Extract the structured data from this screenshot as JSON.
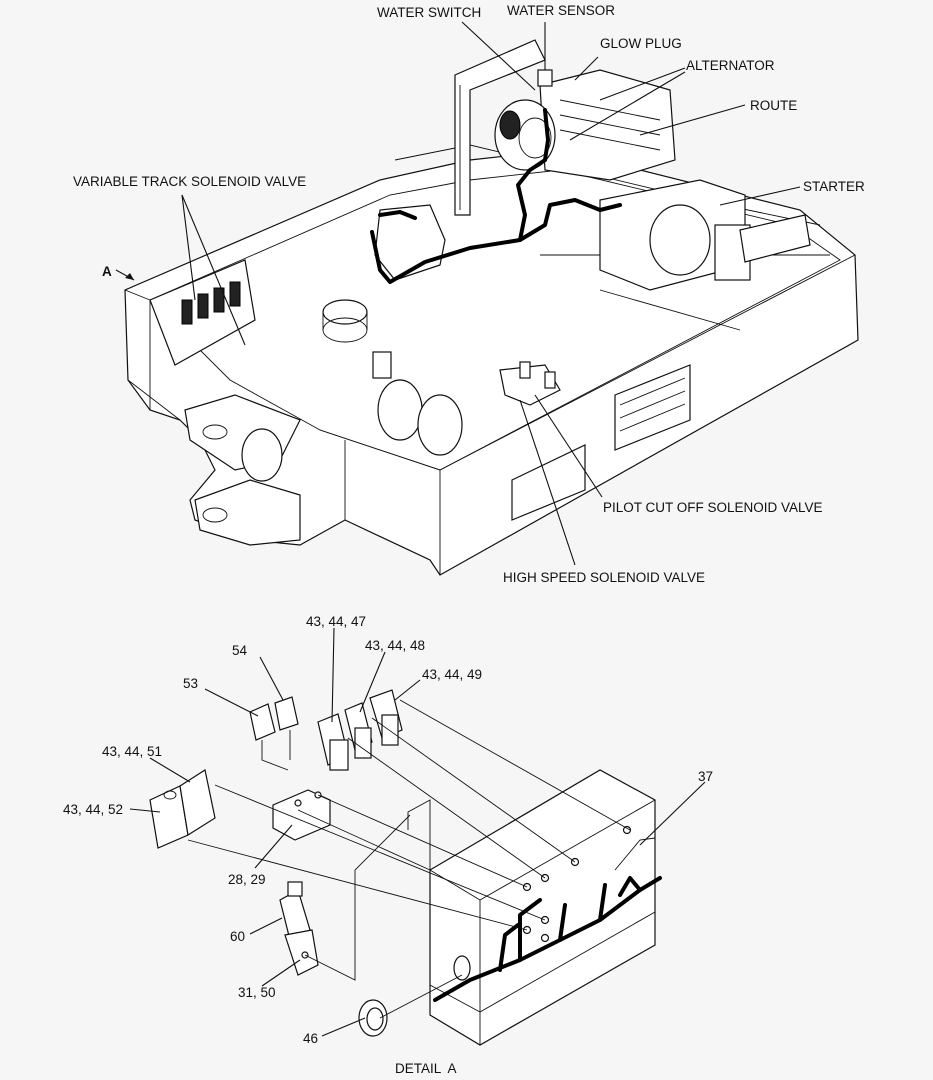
{
  "labels": {
    "water_switch": "WATER SWITCH",
    "water_sensor": "WATER SENSOR",
    "glow_plug": "GLOW PLUG",
    "alternator": "ALTERNATOR",
    "route": "ROUTE",
    "starter": "STARTER",
    "variable_track_solenoid_valve": "VARIABLE TRACK SOLENOID VALVE",
    "view_a": "A",
    "pilot_cut_off_solenoid_valve": "PILOT CUT OFF SOLENOID VALVE",
    "high_speed_solenoid_valve": "HIGH SPEED SOLENOID VALVE"
  },
  "detail": {
    "title": "DETAIL  A",
    "callouts": {
      "c_43_44_47": "43, 44, 47",
      "c_43_44_48": "43, 44, 48",
      "c_43_44_49": "43, 44, 49",
      "c_54": "54",
      "c_53": "53",
      "c_43_44_51": "43, 44, 51",
      "c_43_44_52": "43, 44, 52",
      "c_37": "37",
      "c_28_29": "28, 29",
      "c_60": "60",
      "c_31_50": "31, 50",
      "c_46": "46"
    }
  }
}
